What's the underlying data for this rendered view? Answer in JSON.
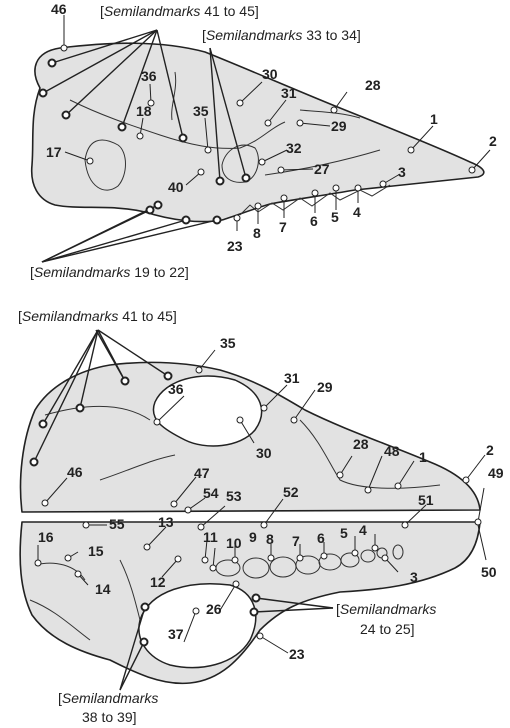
{
  "landmark_labels": {
    "top": {
      "l46": "46",
      "l36": "36",
      "l30": "30",
      "l28": "28",
      "l31": "31",
      "l18": "18",
      "l35": "35",
      "l29": "29",
      "l1": "1",
      "l2": "2",
      "l17": "17",
      "l32": "32",
      "l27": "27",
      "l40": "40",
      "l3": "3",
      "l4": "4",
      "l5": "5",
      "l6": "6",
      "l7": "7",
      "l8": "8",
      "l23": "23"
    },
    "bottom": {
      "l35": "35",
      "l31": "31",
      "l29": "29",
      "l36": "36",
      "l30": "30",
      "l28": "28",
      "l48": "48",
      "l1": "1",
      "l2": "2",
      "l46": "46",
      "l47": "47",
      "l54": "54",
      "l53": "53",
      "l52": "52",
      "l49": "49",
      "l13": "13",
      "l55": "55",
      "l51": "51",
      "l16": "16",
      "l15": "15",
      "l11": "11",
      "l10": "10",
      "l9": "9",
      "l8": "8",
      "l7": "7",
      "l6": "6",
      "l5": "5",
      "l4": "4",
      "l14": "14",
      "l12": "12",
      "l3": "3",
      "l50": "50",
      "l26": "26",
      "l37": "37",
      "l23": "23"
    }
  },
  "captions": {
    "top_41_45": {
      "open": "[",
      "italic": "Semilandmarks",
      "rest": " 41 to 45]"
    },
    "top_33_34": {
      "open": "[",
      "italic": "Semilandmarks",
      "rest": " 33 to 34]"
    },
    "top_19_22": {
      "open": "[",
      "italic": "Semilandmarks",
      "rest": " 19 to 22]"
    },
    "bottom_41_45": {
      "open": "[",
      "italic": "Semilandmarks",
      "rest": " 41 to 45]"
    },
    "bottom_24_25": {
      "line1_open": "[",
      "line1_italic": "Semilandmarks",
      "line2": "24 to 25]"
    },
    "bottom_38_39": {
      "line1_open": "[",
      "line1_italic": "Semilandmarks",
      "line2": "38 to 39]"
    }
  }
}
